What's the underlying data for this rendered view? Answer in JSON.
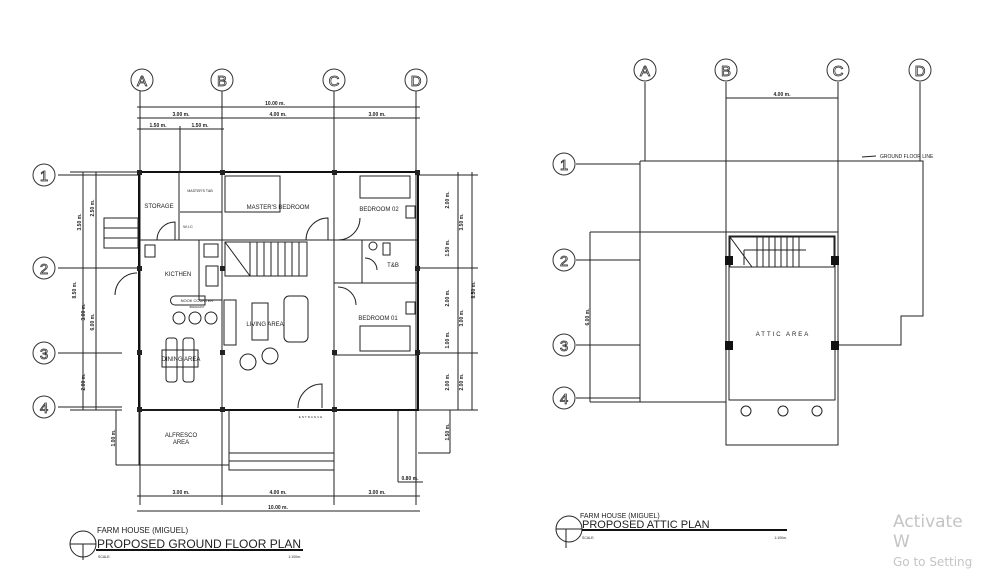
{
  "ground_plan": {
    "grid_columns": [
      "A",
      "B",
      "C",
      "D"
    ],
    "grid_rows": [
      "1",
      "2",
      "3",
      "4"
    ],
    "dims_top": {
      "total": "10.00 m.",
      "spans": [
        "3.00 m.",
        "4.00 m.",
        "3.00 m."
      ],
      "sub": [
        "1.50 m.",
        "1.50 m."
      ]
    },
    "dims_bottom": {
      "total": "10.00 m.",
      "spans": [
        "3.00 m.",
        "4.00 m.",
        "3.00 m."
      ],
      "offset": "0.80 m."
    },
    "dims_left": {
      "a": "3.50 m.",
      "b": "2.50 m.",
      "c": "8.50 m.",
      "d": "3.00 m.",
      "e": "6.00 m.",
      "f": "2.00 m.",
      "g": "1.00 m."
    },
    "dims_right": {
      "a": "2.00 m.",
      "b": "3.50 m.",
      "c": "1.50 m.",
      "d": "2.00 m.",
      "e": "3.00 m.",
      "f": "8.50 m.",
      "g": "1.00 m.",
      "h": "2.00 m.",
      "i": "2.00 m.",
      "j": "1.50 m."
    },
    "rooms": {
      "storage": "STORAGE",
      "masters_tb": "MASTER'S T&B",
      "masters_bedroom": "MASTER'S BEDROOM",
      "bedroom02": "BEDROOM 02",
      "wic": "W.I.C",
      "kitchen": "KICTHEN",
      "nook": "NOOK COUNTER",
      "breakfast": "BREAKFAST",
      "tb": "T&B",
      "living": "LIVING AREA",
      "bedroom01": "BEDROOM 01",
      "dining": "DINING AREA",
      "alfresco": "ALFRESCO",
      "alfresco2": "AREA",
      "entrance": "ENTRANCE"
    },
    "title": {
      "project": "FARM HOUSE (MIGUEL)",
      "name": "PROPOSED GROUND FLOOR PLAN",
      "scale_label": "SCALE:",
      "scale": "1:100m."
    }
  },
  "attic_plan": {
    "grid_columns": [
      "A",
      "B",
      "C",
      "D"
    ],
    "grid_rows": [
      "1",
      "2",
      "3",
      "4"
    ],
    "dim_top": "4.00 m.",
    "dim_left": "6.00 m.",
    "ground_floor_line": "GROUND FLOOR LINE",
    "room": "ATTIC AREA",
    "title": {
      "project": "FARM HOUSE (MIGUEL)",
      "name": "PROPOSED ATTIC PLAN",
      "scale_label": "SCALE:",
      "scale": "1:100m."
    }
  },
  "watermark": {
    "line1": "Activate W",
    "line2": "Go to Setting"
  }
}
